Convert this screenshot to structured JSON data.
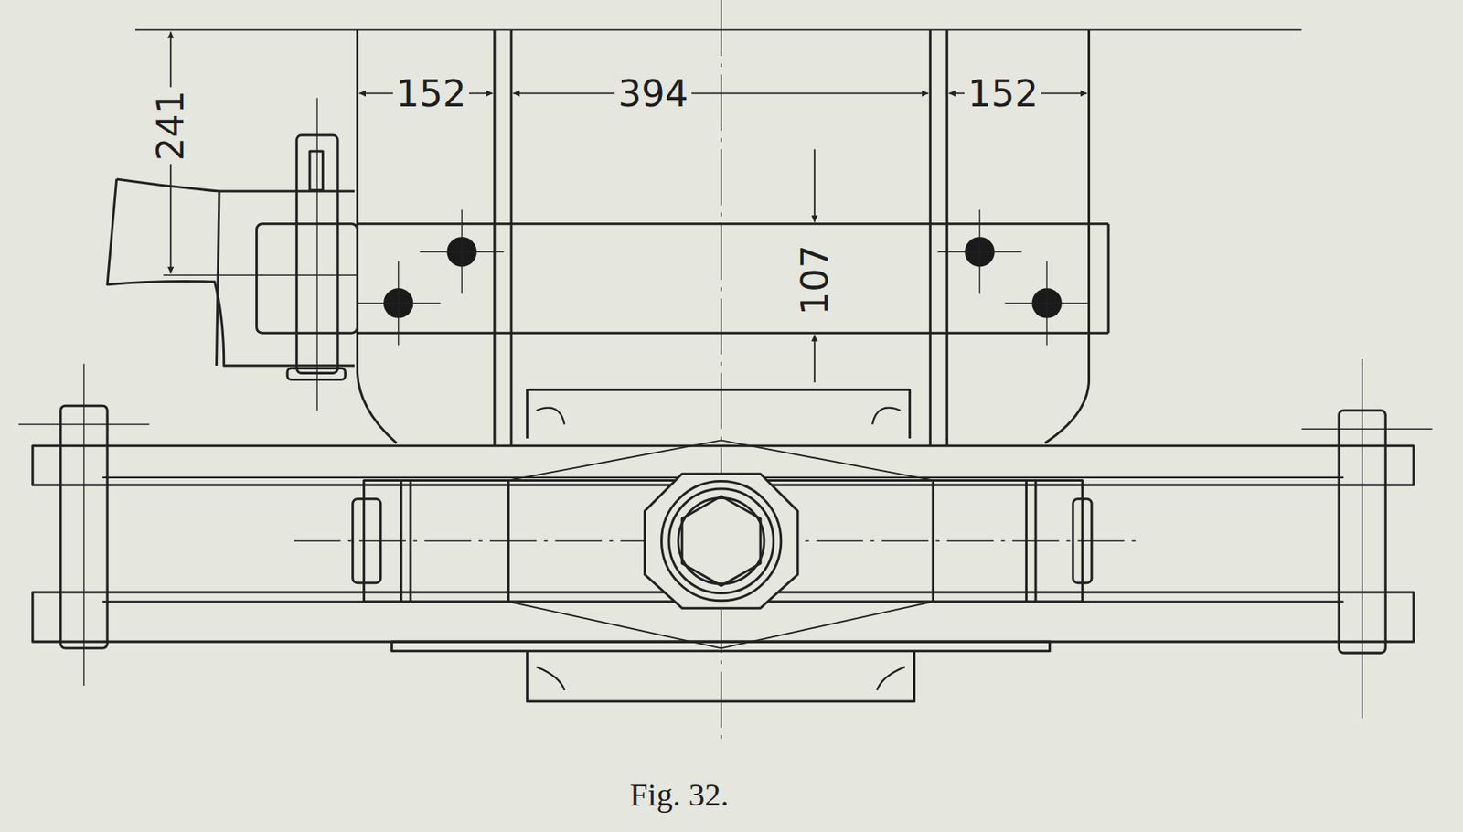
{
  "diagram": {
    "caption": "Fig. 32.",
    "labels": [
      "241",
      "152",
      "394",
      "152",
      "107"
    ]
  }
}
